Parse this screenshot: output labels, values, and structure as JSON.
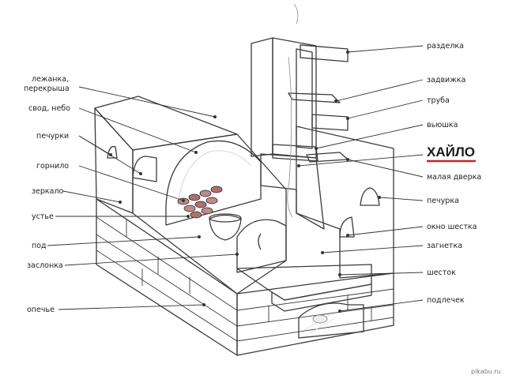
{
  "diagram": {
    "colors": {
      "outline": "#3a3a3a",
      "plaster": "#f1e9f0",
      "plaster_shade": "#dcc6d6",
      "cavity": "#4a4a4a",
      "brick": "#e9dcd8",
      "brand_underline": "#d02020"
    },
    "labels": {
      "razdelka": "разделка",
      "zadvizhka": "задвижка",
      "truba": "труба",
      "vyushka": "вьюшка",
      "brand": "ХАЙЛО",
      "malaya_dverka": "малая дверка",
      "pechurka_right": "печурка",
      "okno_shestka": "окно шестка",
      "zagnetka": "загнетка",
      "shestok": "шесток",
      "podlechek": "подлечек",
      "lezhanka_line1": "лежанка,",
      "lezhanka_line2": "перекрыша",
      "svod": "свод, небо",
      "pechurki": "печурки",
      "gornilo": "горнило",
      "zerkalo": "зеркало",
      "ustie": "устье",
      "pod": "под",
      "zaslonka": "заслонка",
      "opeche": "опечье"
    },
    "watermark": "pikabu.ru"
  }
}
